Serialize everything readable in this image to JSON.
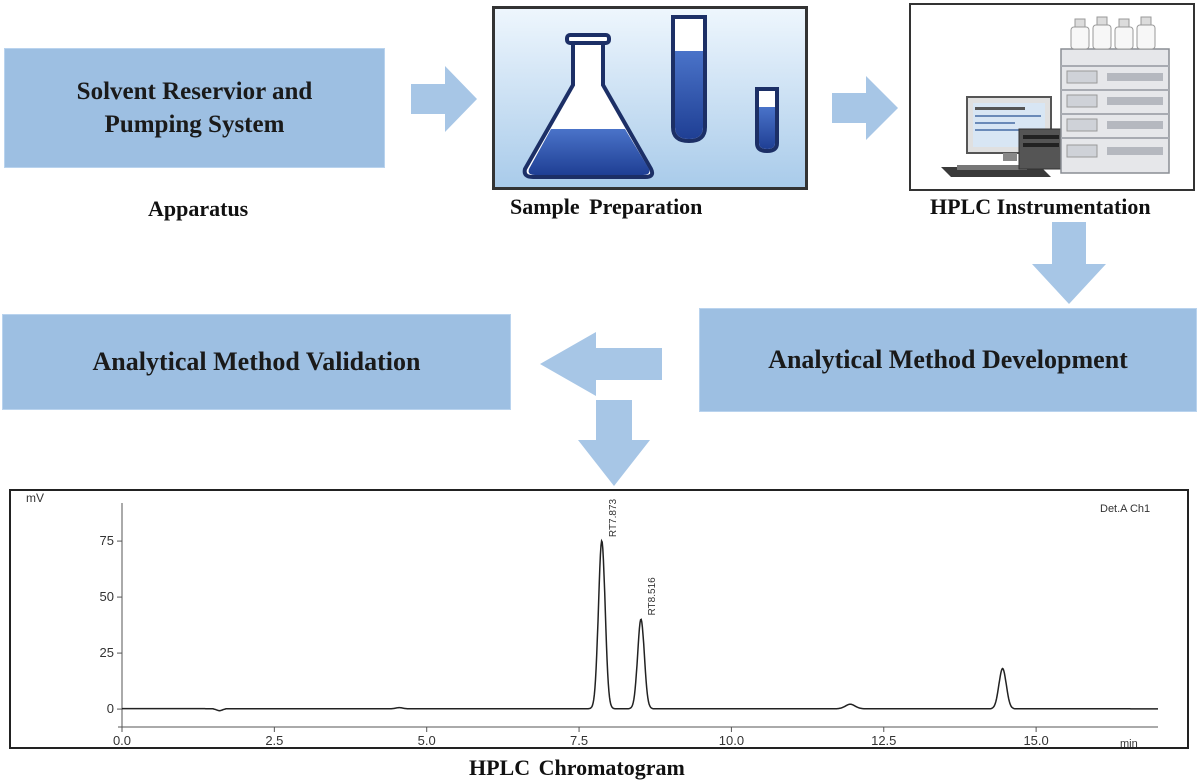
{
  "boxes": {
    "solvent_line1": "Solvent Reservior and",
    "solvent_line2": "Pumping System",
    "validation": "Analytical Method Validation",
    "development": "Analytical Method Development"
  },
  "captions": {
    "apparatus": "Apparatus",
    "sample_preparation": "Sample Preparation",
    "hplc_instrumentation": "HPLC Instrumentation",
    "hplc_chromatogram": "HPLC Chromatogram"
  },
  "colors": {
    "box_fill": "#9dbfe2",
    "arrow_fill": "#a7c6e6",
    "flask_liquid": "#2f56b4"
  },
  "chart_data": {
    "type": "line",
    "ylabel": "mV",
    "xlabel": "min",
    "legend": "Det.A Ch1",
    "xlim": [
      0,
      17
    ],
    "ylim": [
      -8,
      92
    ],
    "x_ticks": [
      "0.0",
      "2.5",
      "5.0",
      "7.5",
      "10.0",
      "12.5",
      "15.0"
    ],
    "y_ticks": [
      "0",
      "25",
      "50",
      "75"
    ],
    "peaks": [
      {
        "label": "RT7.873",
        "rt": 7.873,
        "height": 75
      },
      {
        "label": "RT8.516",
        "rt": 8.516,
        "height": 40
      },
      {
        "label": "",
        "rt": 14.45,
        "height": 18
      },
      {
        "label": "",
        "rt": 11.95,
        "height": 2
      }
    ]
  }
}
